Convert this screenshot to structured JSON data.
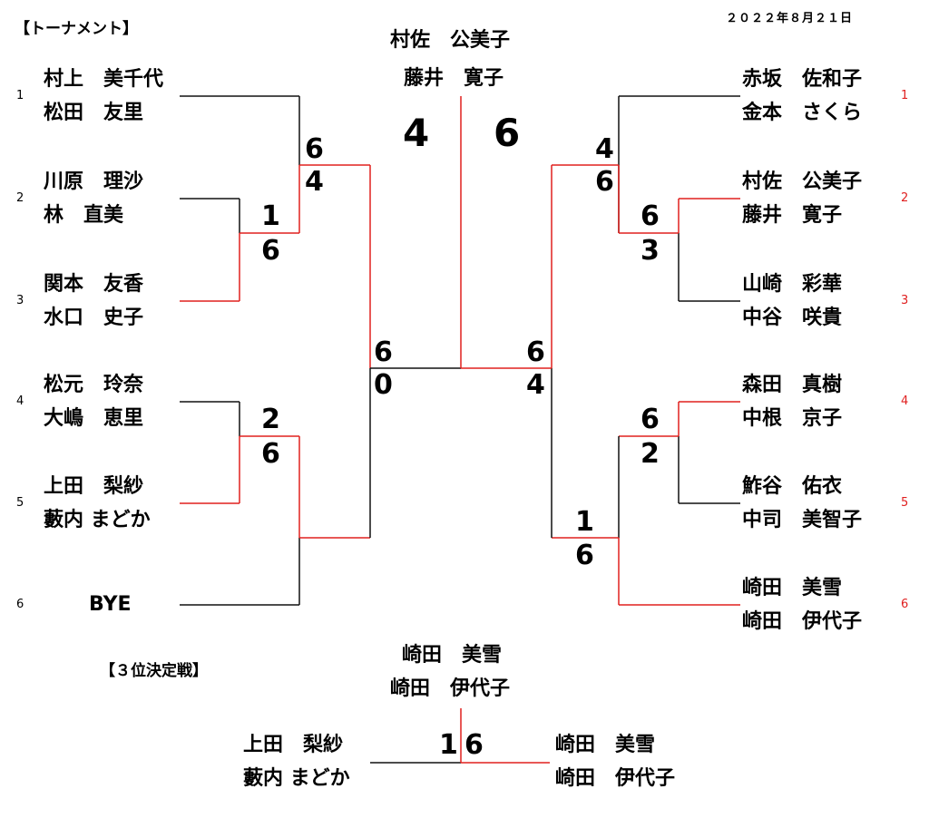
{
  "header": {
    "title": "【トーナメント】",
    "date": "２０２２年８月２１日"
  },
  "final": {
    "champion_line1": "村佐　公美子",
    "champion_line2": "藤井　寛子",
    "left_score": "4",
    "right_score": "6"
  },
  "left": {
    "seeds": [
      "1",
      "2",
      "3",
      "4",
      "5",
      "6"
    ],
    "pairs": [
      {
        "p1": "村上　美千代",
        "p2": "松田　友里"
      },
      {
        "p1": "川原　理沙",
        "p2": "林　直美"
      },
      {
        "p1": "関本　友香",
        "p2": "水口　史子"
      },
      {
        "p1": "松元　玲奈",
        "p2": "大嶋　恵里"
      },
      {
        "p1": "上田　梨紗",
        "p2": "藪内 まどか"
      },
      {
        "p1": "BYE",
        "p2": ""
      }
    ],
    "scores": {
      "r1a_top": "1",
      "r1a_bot": "6",
      "r1b_top": "2",
      "r1b_bot": "6",
      "sf_top": "6",
      "sf_bot": "4",
      "semi_top": "6",
      "semi_bot": "0"
    }
  },
  "right": {
    "seeds": [
      "1",
      "2",
      "3",
      "4",
      "5",
      "6"
    ],
    "pairs": [
      {
        "p1": "赤坂　佐和子",
        "p2": "金本　さくら"
      },
      {
        "p1": "村佐　公美子",
        "p2": "藤井　寛子"
      },
      {
        "p1": "山崎　彩華",
        "p2": "中谷　咲貴"
      },
      {
        "p1": "森田　真樹",
        "p2": "中根　京子"
      },
      {
        "p1": "鮓谷　佑衣",
        "p2": "中司　美智子"
      },
      {
        "p1": "崎田　美雪",
        "p2": "崎田　伊代子"
      }
    ],
    "scores": {
      "r1a_top": "6",
      "r1a_bot": "3",
      "r1b_top": "6",
      "r1b_bot": "2",
      "qf_top": "4",
      "qf_bot": "6",
      "qf2_top": "1",
      "qf2_bot": "6",
      "semi_top": "6",
      "semi_bot": "4"
    }
  },
  "third": {
    "title": "【３位決定戦】",
    "winner_line1": "崎田　美雪",
    "winner_line2": "崎田　伊代子",
    "left_p1": "上田　梨紗",
    "left_p2": "藪内 まどか",
    "right_p1": "崎田　美雪",
    "right_p2": "崎田　伊代子",
    "left_score": "1",
    "right_score": "6"
  },
  "colors": {
    "win_line": "#e0201e",
    "lose_line": "#111111",
    "seed_red": "#e02020"
  }
}
